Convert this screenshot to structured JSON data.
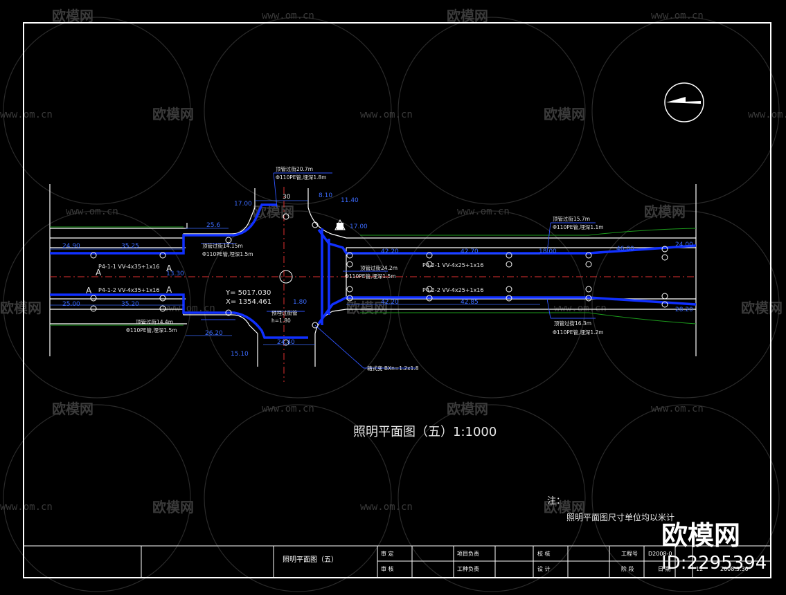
{
  "watermark": {
    "brand": "欧模网",
    "url": "www.om.cn"
  },
  "drawing": {
    "title": "照明平面图（五）1:1000",
    "note_label": "注：",
    "note_text": "照明平面图尺寸单位均以米计"
  },
  "coords": {
    "y": "Y= 5017.030",
    "x": "X= 1354.461"
  },
  "circuits": {
    "west_upper": "P4-1-1 VV-4x35+1x16",
    "west_lower": "P4-1-2 VV-4x35+1x16",
    "east_upper": "P4-2-1 VV-4x25+1x16",
    "east_lower": "P4-2-2 VV-4x25+1x16"
  },
  "section_marks": [
    "A",
    "A",
    "A",
    "A"
  ],
  "annotations": {
    "top_crossing_a": "顶管过街20.7m",
    "top_crossing_b": "Φ110PE管,埋深1.8m",
    "west_upper_a": "顶管过街14.15m",
    "west_upper_b": "Φ110PE管,埋深1.5m",
    "west_lower_a": "顶管过街14.4m",
    "west_lower_b": "Φ110PE管,埋深1.5m",
    "mid_crossing_a": "顶管过街24.2m",
    "mid_crossing_b": "Φ110PE管,埋深1.5m",
    "east_upper_a": "顶管过街15.7m",
    "east_upper_b": "Φ110PE管,埋深1.1m",
    "east_lower_a": "顶管过街16.3m",
    "east_lower_b": "Φ110PE管,埋深1.2m",
    "handhole_a": "预埋过街管",
    "handhole_b": "h=1.80",
    "cabinet": "箱式变 BXn=1.2x1.8"
  },
  "dimensions": {
    "d1": "24.90",
    "d2": "35.25",
    "d3": "25.00",
    "d4": "35.20",
    "d5": "25.6",
    "d6": "17.00",
    "d7": "30",
    "d8": "8.10",
    "d9": "17.00",
    "d10": "13.30",
    "d11": "42.20",
    "d12": "42.70",
    "d13": "42.20",
    "d14": "42.85",
    "d15": "18.00",
    "d16": "24.40",
    "d17": "15.10",
    "d18": "1.80",
    "d19": "26.20",
    "d20": "11.40",
    "d21": "46.00",
    "d22": "24.00",
    "d23": "28.20"
  },
  "title_block": {
    "drawing_name": "照明平面图（五）",
    "labels": {
      "approve": "审  定",
      "review": "审  核",
      "project_lead": "项目负责",
      "discipline_lead": "工种负责",
      "check": "校  核",
      "design": "设  计",
      "project_no": "工程号",
      "stage": "阶  段",
      "date": "日  期"
    },
    "values": {
      "project_no": "D2008-0",
      "date": "2008.3.30",
      "sheet": "12"
    }
  },
  "id_stamp": {
    "brand": "欧模网",
    "id": "ID:2295394"
  },
  "colors": {
    "frame": "#ffffff",
    "road": "#ffffff",
    "cable": "#1030ff",
    "dimension": "#3b6bff",
    "centerline": "#e03030",
    "green": "#1c9a1c",
    "leader": "#2f55ff",
    "watermark": "#3a3a3a"
  }
}
